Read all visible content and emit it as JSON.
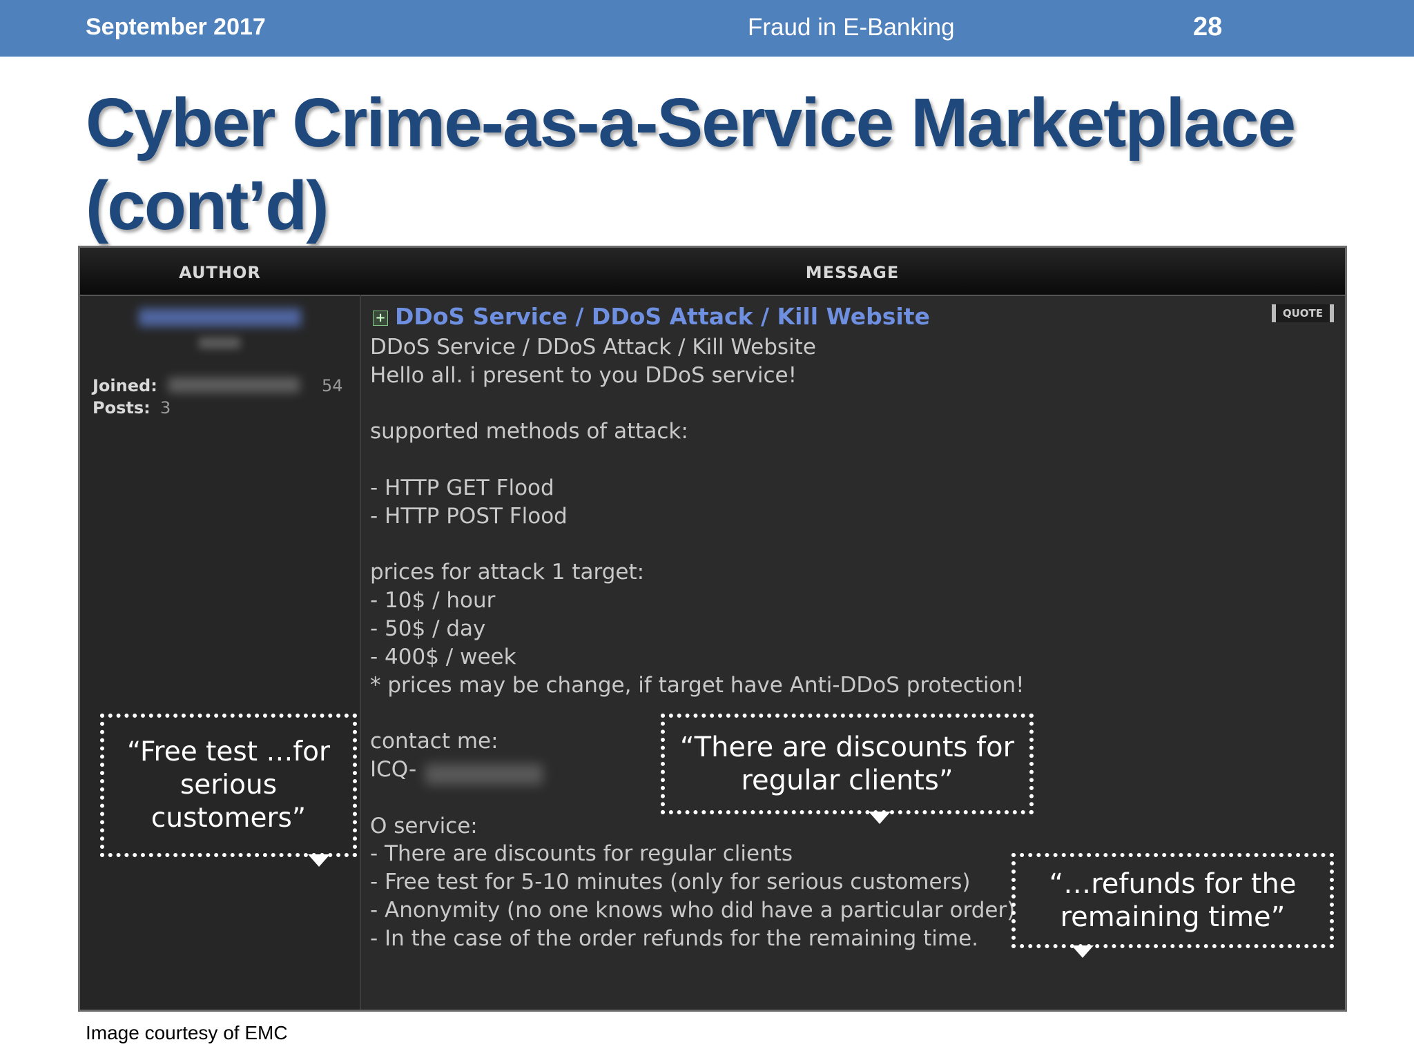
{
  "header": {
    "date": "September 2017",
    "topic": "Fraud in E-Banking",
    "page_number": "28"
  },
  "title": "Cyber Crime-as-a-Service Marketplace (cont’d)",
  "forum": {
    "columns": {
      "author": "AUTHOR",
      "message": "MESSAGE"
    },
    "author": {
      "joined_label": "Joined:",
      "joined_value_visible": "54",
      "posts_label": "Posts:",
      "posts_value": "3"
    },
    "post_title": "DDoS Service / DDoS Attack / Kill Website",
    "quote_button": "QUOTE",
    "body_lines": [
      "DDoS Service / DDoS Attack / Kill Website",
      "Hello all. i present to you DDoS service!",
      "",
      "supported methods of attack:",
      "",
      "- HTTP GET Flood",
      "- HTTP POST Flood",
      "",
      "prices for attack 1 target:",
      "- 10$ / hour",
      "- 50$ / day",
      "- 400$ / week",
      "* prices may be change, if target have Anti-DDoS protection!",
      "",
      "contact me:",
      "ICQ-",
      "",
      "O service:",
      "- There are discounts for regular clients",
      "- Free test for 5-10 minutes (only for serious customers)",
      "- Anonymity (no one knows who did have a particular order)",
      "- In the case of the order refunds for the remaining time."
    ]
  },
  "callouts": {
    "free_test": "“Free test …for serious customers”",
    "discounts": "“There are discounts for regular clients”",
    "refunds": "“…refunds for the remaining time”"
  },
  "caption": "Image courtesy  of EMC",
  "colors": {
    "header_bar": "#4f81bd",
    "title": "#1f497d",
    "forum_bg": "#2b2b2b",
    "post_title": "#6f8fe0"
  }
}
